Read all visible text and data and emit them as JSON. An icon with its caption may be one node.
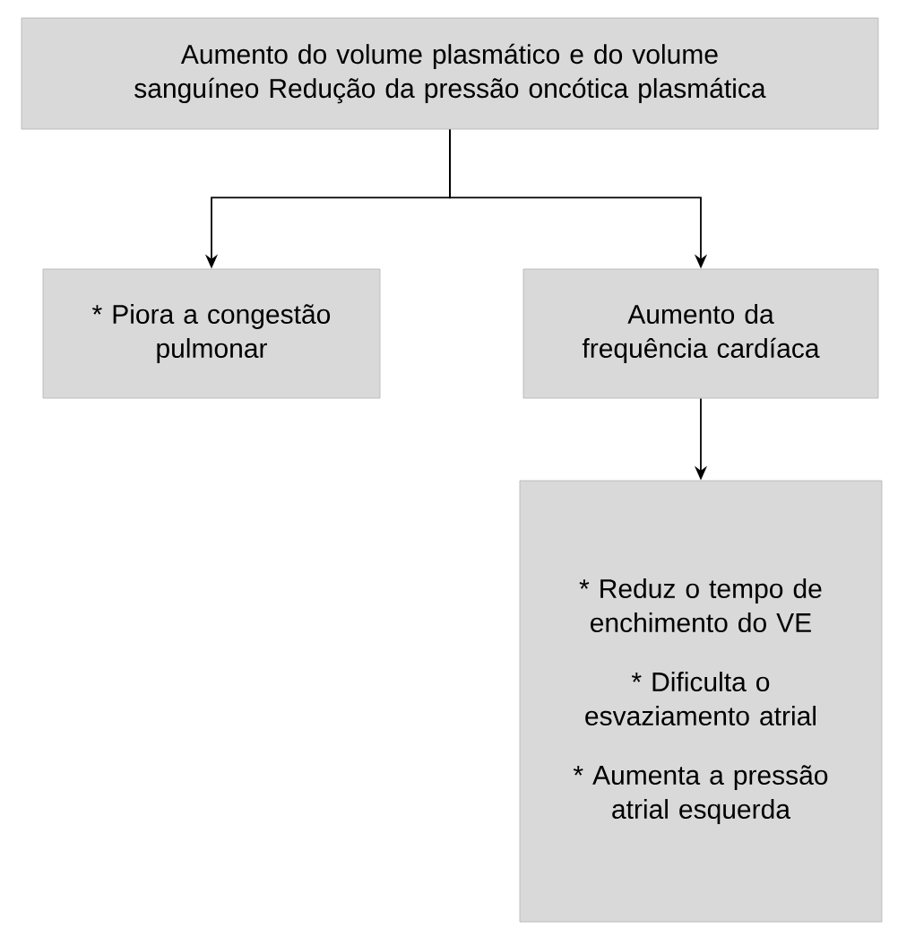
{
  "diagram": {
    "nodes": [
      {
        "text": [
          "Aumento do volume plasmático e do volume sanguíneo Redução da pressão oncótica plasmática"
        ]
      },
      {
        "text": [
          "* Piora a congestão pulmonar"
        ]
      },
      {
        "text": [
          "Aumento da frequência cardíaca"
        ]
      },
      {
        "text": [
          "* Reduz o tempo de enchimento do VE",
          "* Dificulta o esvaziamento atrial",
          "* Aumenta a pressão atrial esquerda"
        ]
      }
    ],
    "edges": [
      {
        "from": 0,
        "to": 1,
        "arrow": "to"
      },
      {
        "from": 0,
        "to": 2,
        "arrow": "to"
      },
      {
        "from": 2,
        "to": 3,
        "arrow": "to"
      }
    ]
  }
}
